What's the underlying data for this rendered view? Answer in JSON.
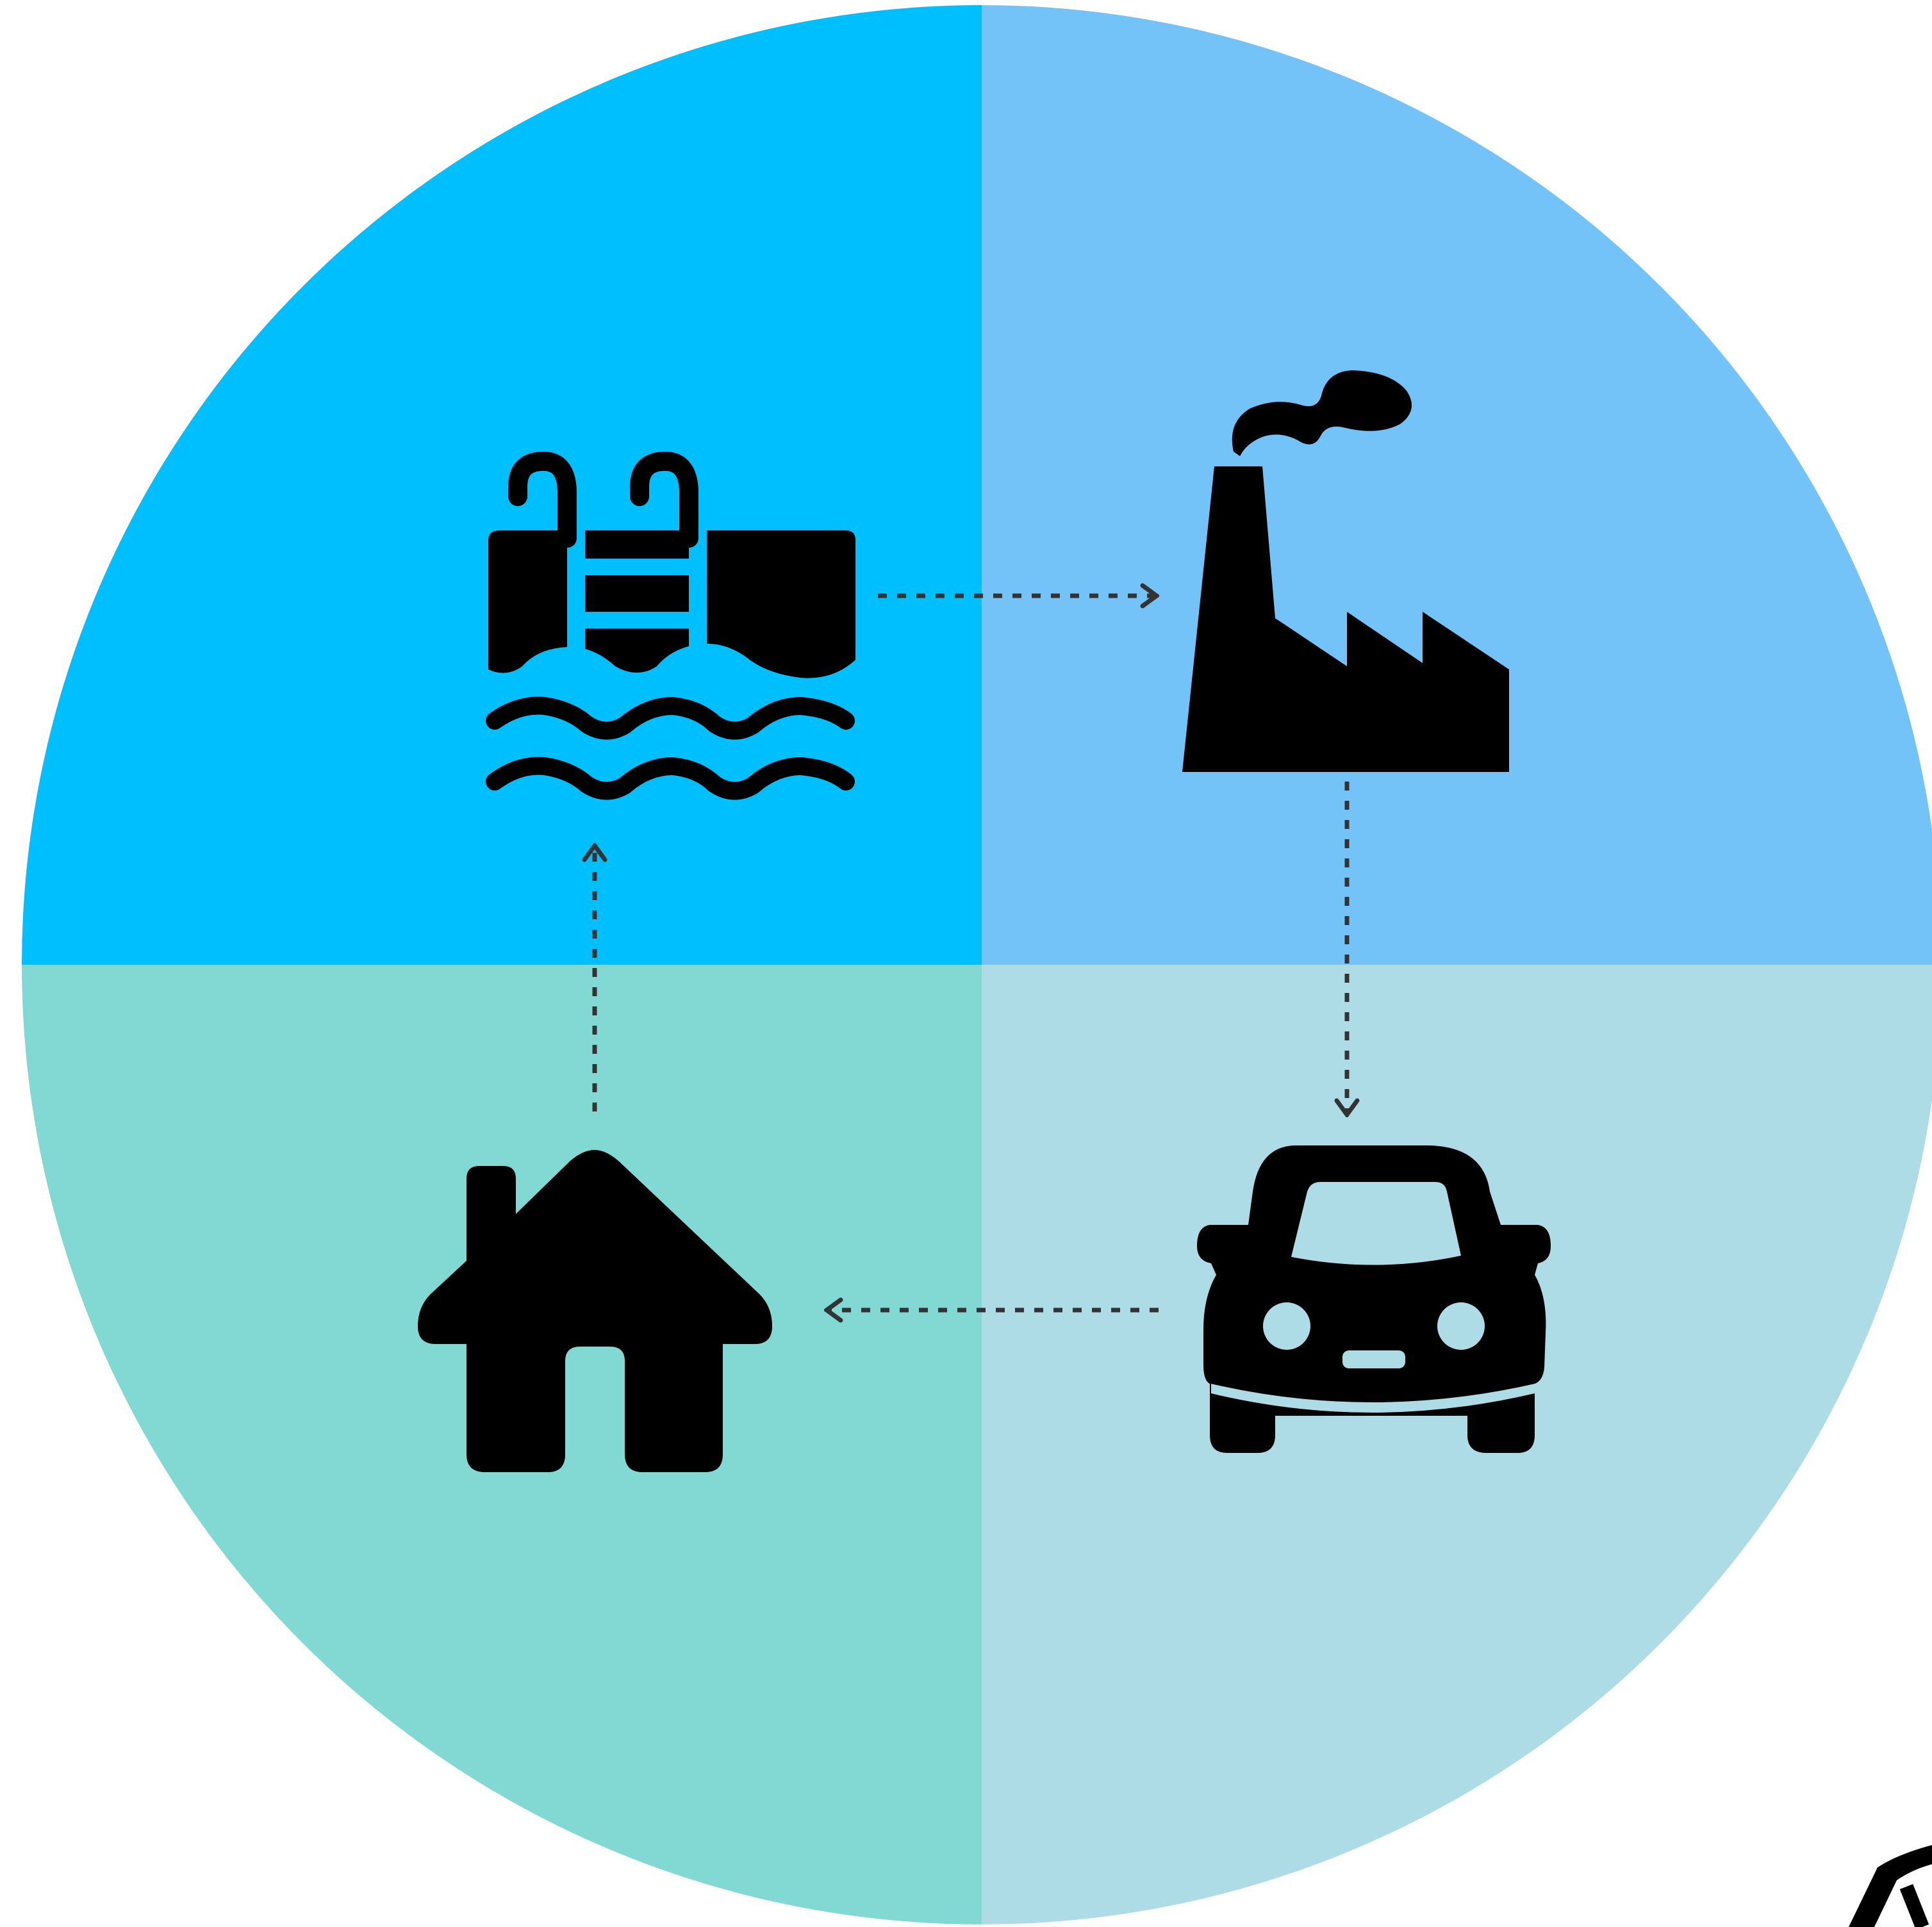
{
  "colors": {
    "background": "#ffffff",
    "quadrant_top_left": "#00bfff",
    "quadrant_top_right": "#73c2f8",
    "quadrant_bottom_left": "#82d8d2",
    "quadrant_bottom_right": "#addbe6",
    "icon_fill": "#000000",
    "arrow_stroke": "#333333"
  },
  "quadrants": [
    {
      "id": "top-left",
      "icon": "swimming-pool-icon"
    },
    {
      "id": "top-right",
      "icon": "factory-icon"
    },
    {
      "id": "bottom-right",
      "icon": "car-icon"
    },
    {
      "id": "bottom-left",
      "icon": "house-icon"
    }
  ],
  "flow": [
    {
      "from": "swimming-pool-icon",
      "to": "factory-icon"
    },
    {
      "from": "factory-icon",
      "to": "car-icon"
    },
    {
      "from": "car-icon",
      "to": "house-icon"
    },
    {
      "from": "house-icon",
      "to": "swimming-pool-icon"
    }
  ],
  "corner_glyph": "partial-pen-icon"
}
